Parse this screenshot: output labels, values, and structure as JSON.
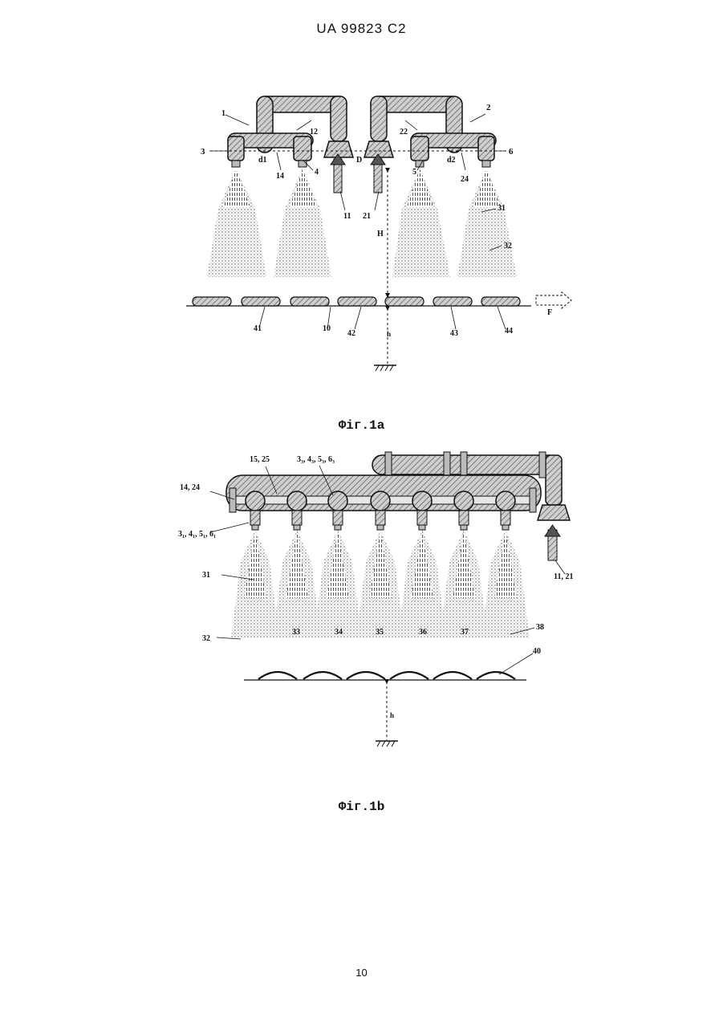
{
  "header": {
    "doc_number": "UA   99823   C2"
  },
  "figure_a": {
    "caption": "Фіг.1a",
    "labels": {
      "unit1": "1",
      "unit2": "2",
      "n3": "3",
      "n4": "4",
      "n5": "5",
      "n6": "6",
      "n12": "12",
      "n22": "22",
      "n14": "14",
      "n24": "24",
      "d1": "d1",
      "d2": "d2",
      "D": "D",
      "n11": "11",
      "n21": "21",
      "n31": "31",
      "n32": "32",
      "H": "H",
      "h": "h",
      "F": "F",
      "n10": "10",
      "n41": "41",
      "n42": "42",
      "n43": "43",
      "n44": "44"
    }
  },
  "figure_b": {
    "caption": "Фіг.1b",
    "labels": {
      "n15_25": "15, 25",
      "n3_3": "3₃, 4₃, 5₃, 6₃",
      "n14_24": "14, 24",
      "n3_1": "3₁, 4₁, 5₁, 6₁",
      "n11_21": "11, 21",
      "n31": "31",
      "n32": "32",
      "n33": "33",
      "n34": "34",
      "n35": "35",
      "n36": "36",
      "n37": "37",
      "n38": "38",
      "n40": "40",
      "h": "h"
    }
  },
  "footer": {
    "page_number": "10"
  }
}
